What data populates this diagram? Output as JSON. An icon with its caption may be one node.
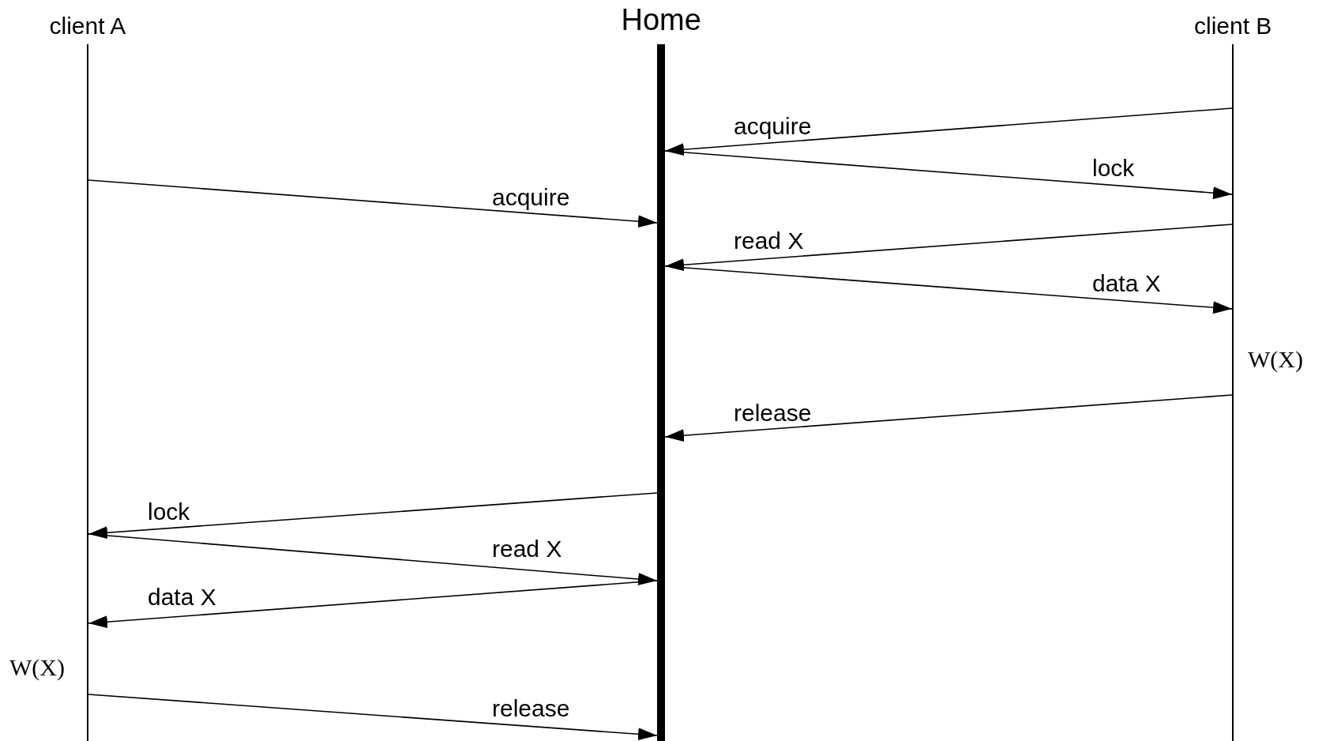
{
  "diagram": {
    "nodes": [
      {
        "text": [
          "client A"
        ]
      },
      {
        "text": [
          "Home"
        ]
      },
      {
        "text": [
          "client B"
        ]
      }
    ],
    "edges": [
      {
        "from": 2,
        "to": 1,
        "arrow": "to",
        "label": "acquire"
      },
      {
        "from": 1,
        "to": 2,
        "arrow": "to",
        "label": "lock"
      },
      {
        "from": 0,
        "to": 1,
        "arrow": "to",
        "label": "acquire"
      },
      {
        "from": 2,
        "to": 1,
        "arrow": "to",
        "label": "read X"
      },
      {
        "from": 1,
        "to": 2,
        "arrow": "to",
        "label": "data X"
      },
      {
        "from": 2,
        "to": 1,
        "arrow": "to",
        "label": "release"
      },
      {
        "from": 1,
        "to": 0,
        "arrow": "to",
        "label": "lock"
      },
      {
        "from": 0,
        "to": 1,
        "arrow": "to",
        "label": "read X"
      },
      {
        "from": 1,
        "to": 0,
        "arrow": "to",
        "label": "data X"
      },
      {
        "from": 0,
        "to": 1,
        "arrow": "to",
        "label": "release"
      }
    ],
    "labels": [
      "W(X)",
      "W(X)"
    ]
  }
}
